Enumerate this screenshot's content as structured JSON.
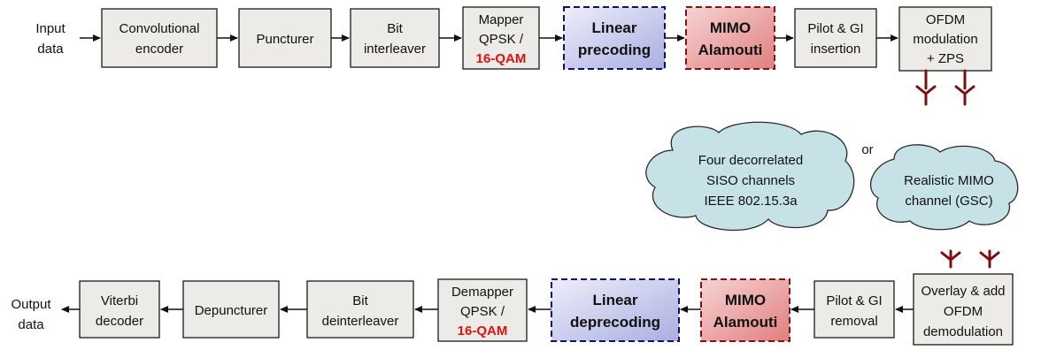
{
  "input_label": [
    "Input",
    "data"
  ],
  "output_label": [
    "Output",
    "data"
  ],
  "tx_blocks": [
    {
      "lines": [
        "Convolutional",
        "encoder"
      ]
    },
    {
      "lines": [
        "Puncturer"
      ]
    },
    {
      "lines": [
        "Bit",
        "interleaver"
      ]
    },
    {
      "lines": [
        "Mapper",
        "QPSK /"
      ],
      "highlight": "16-QAM"
    },
    {
      "lines": [
        "Linear",
        "precoding"
      ]
    },
    {
      "lines": [
        "MIMO",
        "Alamouti"
      ]
    },
    {
      "lines": [
        "Pilot & GI",
        "insertion"
      ]
    },
    {
      "lines": [
        "OFDM",
        "modulation",
        "+ ZPS"
      ]
    }
  ],
  "rx_blocks": [
    {
      "lines": [
        "Overlay & add",
        "OFDM",
        "demodulation"
      ]
    },
    {
      "lines": [
        "Pilot & GI",
        "removal"
      ]
    },
    {
      "lines": [
        "MIMO",
        "Alamouti"
      ]
    },
    {
      "lines": [
        "Linear",
        "deprecoding"
      ]
    },
    {
      "lines": [
        "Demapper",
        "QPSK /"
      ],
      "highlight": "16-QAM"
    },
    {
      "lines": [
        "Bit",
        "deinterleaver"
      ]
    },
    {
      "lines": [
        "Depuncturer"
      ]
    },
    {
      "lines": [
        "Viterbi",
        "decoder"
      ]
    }
  ],
  "channels": [
    {
      "lines": [
        "Four decorrelated",
        "SISO channels",
        "IEEE 802.15.3a"
      ]
    },
    {
      "lines": [
        "Realistic MIMO",
        "channel (GSC)"
      ]
    }
  ],
  "or_label": "or",
  "colors": {
    "block_fill": "#ecebe7",
    "precoding_fill": "#b9bde6",
    "mimo_fill": "#e89090",
    "highlight_text": "#e01010",
    "cloud_fill": "#c6e2e6",
    "antenna": "#7a1010"
  }
}
